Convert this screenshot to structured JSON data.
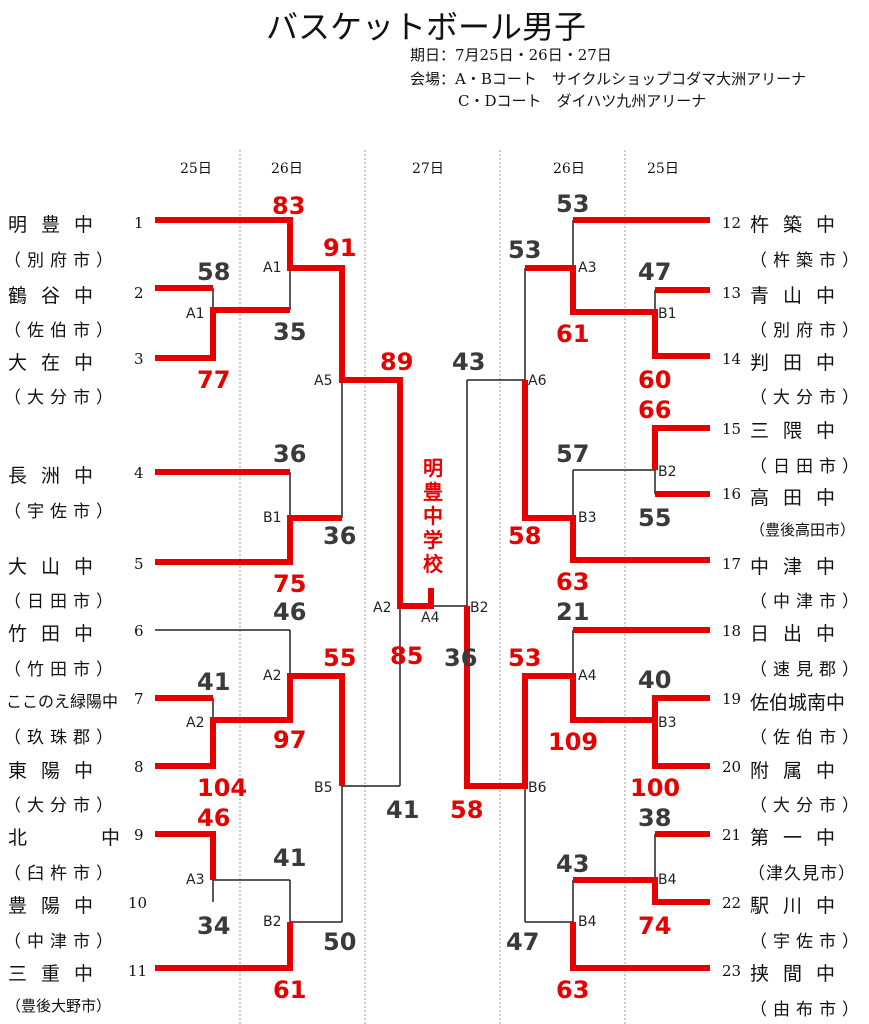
{
  "title": "バスケットボール男子",
  "schedule": {
    "dates": "期日：7月25日・26日・27日",
    "venue_ab": "会場：A・Bコート　サイクルショップコダマ大洲アリーナ",
    "venue_cd": "C・Dコート　ダイハツ九州アリーナ"
  },
  "column_dates": [
    "25日",
    "26日",
    "27日",
    "26日",
    "25日"
  ],
  "teams_left": [
    {
      "seed": "1",
      "name": "明豊中",
      "city": "（別府市）"
    },
    {
      "seed": "2",
      "name": "鶴谷中",
      "city": "（佐伯市）"
    },
    {
      "seed": "3",
      "name": "大在中",
      "city": "（大分市）"
    },
    {
      "seed": "4",
      "name": "長洲中",
      "city": "（宇佐市）"
    },
    {
      "seed": "5",
      "name": "大山中",
      "city": "（日田市）"
    },
    {
      "seed": "6",
      "name": "竹田中",
      "city": "（竹田市）"
    },
    {
      "seed": "7",
      "name": "ここのえ緑陽中",
      "city": "（玖珠郡）"
    },
    {
      "seed": "8",
      "name": "東陽中",
      "city": "（大分市）"
    },
    {
      "seed": "9",
      "name": "北中",
      "city": "（臼杵市）"
    },
    {
      "seed": "10",
      "name": "豊陽中",
      "city": "（中津市）"
    },
    {
      "seed": "11",
      "name": "三重中",
      "city": "（豊後大野市）"
    }
  ],
  "teams_right": [
    {
      "seed": "12",
      "name": "杵築中",
      "city": "（杵築市）"
    },
    {
      "seed": "13",
      "name": "青山中",
      "city": "（別府市）"
    },
    {
      "seed": "14",
      "name": "判田中",
      "city": "（大分市）"
    },
    {
      "seed": "15",
      "name": "三隈中",
      "city": "（日田市）"
    },
    {
      "seed": "16",
      "name": "高田中",
      "city": "（豊後高田市）"
    },
    {
      "seed": "17",
      "name": "中津中",
      "city": "（中津市）"
    },
    {
      "seed": "18",
      "name": "日出中",
      "city": "（速見郡）"
    },
    {
      "seed": "19",
      "name": "佐伯城南中",
      "city": "（佐伯市）"
    },
    {
      "seed": "20",
      "name": "附属中",
      "city": "（大分市）"
    },
    {
      "seed": "21",
      "name": "第一中",
      "city": "（津久見市）"
    },
    {
      "seed": "22",
      "name": "駅川中",
      "city": "（宇佐市）"
    },
    {
      "seed": "23",
      "name": "挟間中",
      "city": "（由布市）"
    }
  ],
  "champion": "明豊中学校",
  "colors": {
    "winner": "#e60000",
    "loser_score": "#3a3a3a",
    "line": "#222222",
    "divider": "#999999"
  },
  "court_labels": [
    "A1",
    "A1",
    "A5",
    "B1",
    "A2",
    "A2",
    "A3",
    "B2",
    "B5",
    "A2",
    "A4",
    "B2",
    "A3",
    "B1",
    "A6",
    "B2",
    "B3",
    "A4",
    "B3",
    "B6",
    "B4",
    "B4"
  ],
  "scores": [
    "83",
    "58",
    "35",
    "77",
    "91",
    "89",
    "36",
    "36",
    "75",
    "46",
    "41",
    "55",
    "97",
    "104",
    "46",
    "34",
    "41",
    "50",
    "61",
    "85",
    "41",
    "53",
    "47",
    "61",
    "60",
    "53",
    "43",
    "66",
    "55",
    "57",
    "58",
    "63",
    "21",
    "40",
    "53",
    "109",
    "100",
    "38",
    "74",
    "43",
    "47",
    "63",
    "36",
    "58"
  ]
}
